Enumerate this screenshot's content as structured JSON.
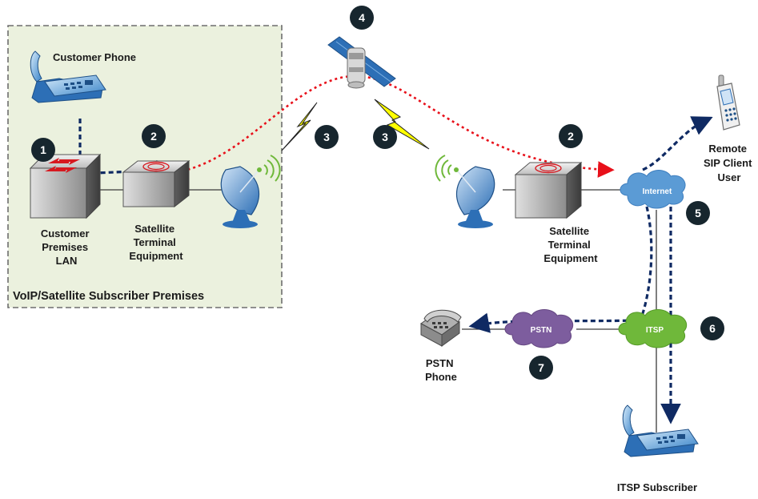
{
  "premises": {
    "title": "VoIP/Satellite Subscriber Premises"
  },
  "labels": {
    "customer_phone": "Customer Phone",
    "lan": [
      "Customer",
      "Premises",
      "LAN"
    ],
    "ste_left": [
      "Satellite",
      "Terminal",
      "Equipment"
    ],
    "ste_right": [
      "Satellite",
      "Terminal",
      "Equipment"
    ],
    "remote": [
      "Remote",
      "SIP Client",
      "User"
    ],
    "pstn_phone": [
      "PSTN",
      "Phone"
    ],
    "itsp_subscriber": "ITSP Subscriber"
  },
  "clouds": {
    "internet": "Internet",
    "pstn": "PSTN",
    "itsp": "ITSP"
  },
  "badges": {
    "b1": "1",
    "b2a": "2",
    "b2b": "2",
    "b3a": "3",
    "b3b": "3",
    "b4": "4",
    "b5": "5",
    "b6": "6",
    "b7": "7"
  },
  "colors": {
    "premises_fill": "#ebf1de",
    "premises_border": "#6e6e6e",
    "badge": "#17262e",
    "sat_link": "#e8101a",
    "call_path": "#0f2a63",
    "internet_cloud": "#5b9bd5",
    "itsp_cloud": "#6fb83a",
    "pstn_cloud": "#7d5d9e",
    "lightning": "#ffff00"
  },
  "icons": [
    "desk-phone-icon",
    "lan-switch-icon",
    "satellite-terminal-icon",
    "satellite-dish-icon",
    "satellite-icon",
    "lightning-icon",
    "cloud-icon",
    "cell-phone-icon",
    "pstn-phone-icon"
  ]
}
